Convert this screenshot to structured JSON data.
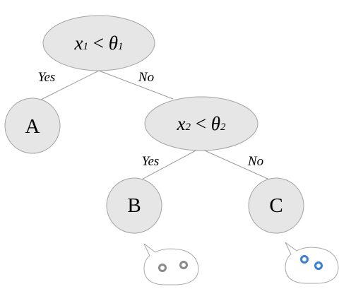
{
  "root": {
    "var": "x",
    "var_sub": "1",
    "op": " < ",
    "threshold": "θ",
    "threshold_sub": "1"
  },
  "root_edges": {
    "left_label": "Yes",
    "right_label": "No"
  },
  "leaf_a": {
    "label": "A"
  },
  "node2": {
    "var": "x",
    "var_sub": "2",
    "op": " < ",
    "threshold": "θ",
    "threshold_sub": "2"
  },
  "node2_edges": {
    "left_label": "Yes",
    "right_label": "No"
  },
  "leaf_b": {
    "label": "B"
  },
  "leaf_c": {
    "label": "C"
  },
  "bubble_b": {
    "icon": "face-bubble-icon",
    "eye_color": "#8a8a8a"
  },
  "bubble_c": {
    "icon": "face-bubble-icon",
    "eye_color": "#3a7fd5"
  },
  "colors": {
    "node_fill": "#e6e6e6",
    "node_stroke": "#a3a3a3",
    "edge": "#9a9a9a",
    "text": "#000000"
  }
}
